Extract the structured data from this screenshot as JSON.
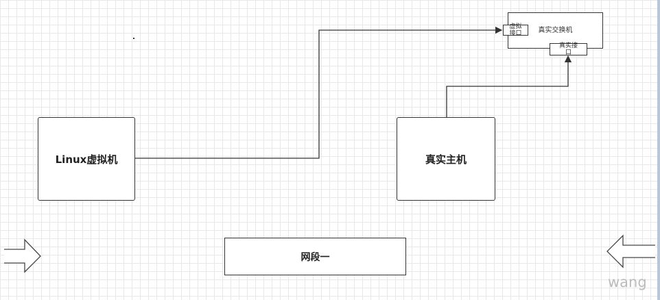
{
  "nodes": {
    "linux_vm": "Linux虚拟机",
    "real_host": "真实主机",
    "real_switch": "真实交换机",
    "virtual_port": "虚拟接口",
    "real_port": "真实接口",
    "segment": "网段一"
  },
  "watermark": "wang"
}
